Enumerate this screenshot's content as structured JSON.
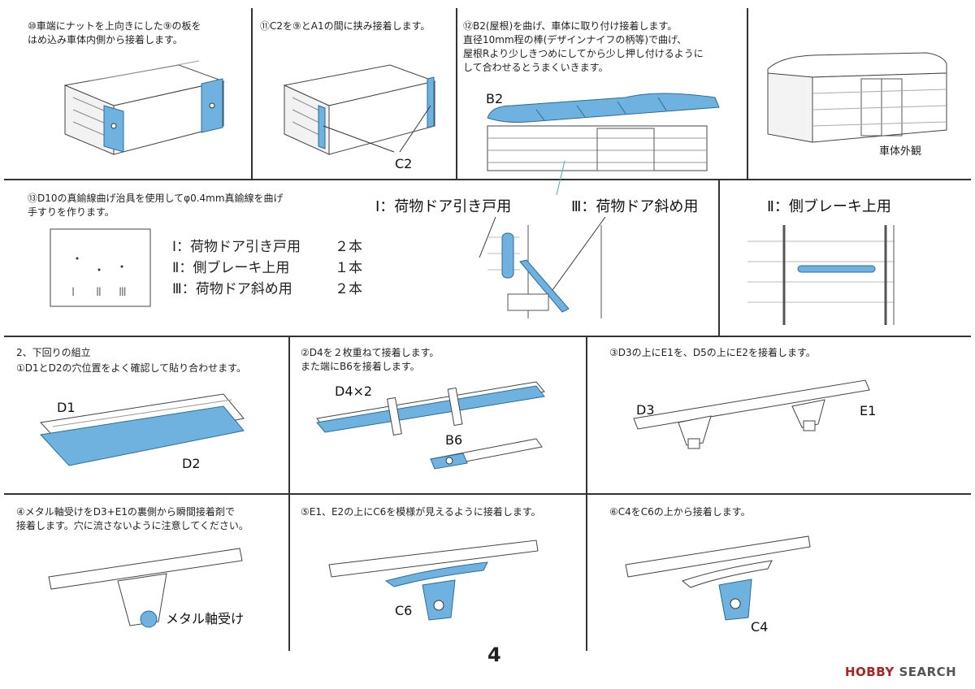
{
  "steps": {
    "s10": "⑩車端にナットを上向きにした⑨の板を\n  はめ込み車体内側から接着します。",
    "s11": "⑪C2を⑨とA1の間に挟み接着します。",
    "s12": "⑫B2(屋根)を曲げ、車体に取り付け接着します。\n直径10mm程の棒(デザインナイフの柄等)で曲げ、\n屋根Rより少しきつめにしてから少し押し付けるように\nして合わせるとうまくいきます。",
    "s13": "⑬D10の真鍮線曲げ治具を使用してφ0.4mm真鍮線を曲げ\n  手すりを作ります。",
    "under_title": "2、下回りの組立",
    "u1": "①D1とD2の穴位置をよく確認して貼り合わせます。",
    "u2": "②D4を２枚重ねて接着します。\n また端にB6を接着します。",
    "u3": "③D3の上にE1を、D5の上にE2を接着します。",
    "u4": "④メタル軸受けをD3+E1の裏側から瞬間接着剤で\n  接着します。穴に流さないように注意してください。",
    "u5": "⑤E1、E2の上にC6を模様が見えるように接着します。",
    "u6": "⑥C4をC6の上から接着します。"
  },
  "labels": {
    "c2": "C2",
    "b2": "B2",
    "exterior": "車体外観",
    "handrail_door_sliding": "Ⅰ：荷物ドア引き戸用",
    "handrail_door_diagonal": "Ⅲ：荷物ドア斜め用",
    "handrail_brake": "Ⅱ：側ブレーキ上用",
    "jig_marks": [
      "Ⅰ",
      "Ⅱ",
      "Ⅲ"
    ],
    "d1": "D1",
    "d2": "D2",
    "d4x2": "D4×2",
    "b6": "B6",
    "d3": "D3",
    "e1": "E1",
    "metal_bearing": "メタル軸受け",
    "c6": "C6",
    "c4": "C4"
  },
  "parts_list": [
    {
      "name": "Ⅰ：荷物ドア引き戸用",
      "qty": "２本"
    },
    {
      "name": "Ⅱ：側ブレーキ上用",
      "qty": "１本"
    },
    {
      "name": "Ⅲ：荷物ドア斜め用",
      "qty": "２本"
    }
  ],
  "page_number": "4",
  "watermark": {
    "brand": "HOBBY",
    "suffix": " SEARCH"
  },
  "colors": {
    "highlight": "#6fb2e0",
    "line": "#333333"
  }
}
